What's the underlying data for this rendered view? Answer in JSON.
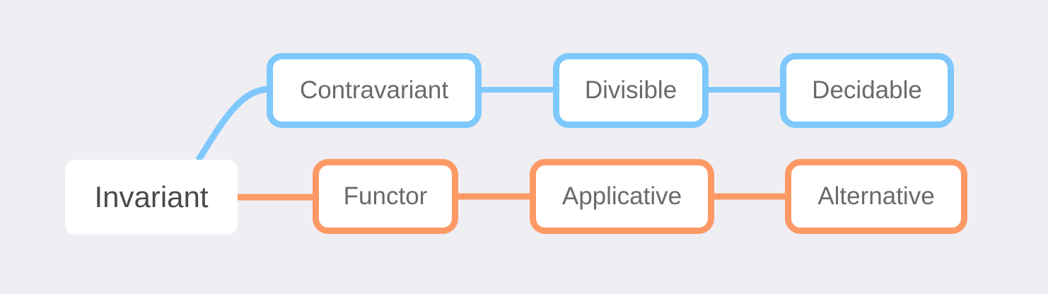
{
  "colors": {
    "background": "#efeef3",
    "blue_branch": "#7ec8fb",
    "orange_branch": "#fd9965",
    "node_fill": "#ffffff"
  },
  "root": {
    "label": "Invariant"
  },
  "branches": [
    {
      "color": "#7ec8fb",
      "nodes": [
        {
          "label": "Contravariant"
        },
        {
          "label": "Divisible"
        },
        {
          "label": "Decidable"
        }
      ]
    },
    {
      "color": "#fd9965",
      "nodes": [
        {
          "label": "Functor"
        },
        {
          "label": "Applicative"
        },
        {
          "label": "Alternative"
        }
      ]
    }
  ]
}
